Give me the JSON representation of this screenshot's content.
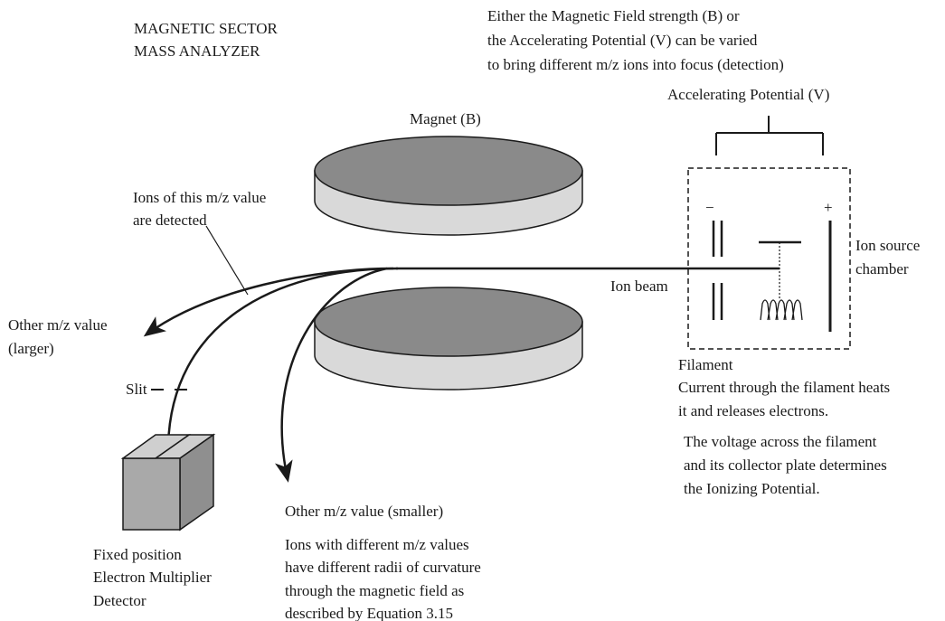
{
  "title": [
    "MAGNETIC SECTOR",
    "MASS ANALYZER"
  ],
  "note_top": [
    "Either the Magnetic Field strength (B) or",
    "the Accelerating Potential (V) can be varied",
    "to bring different m/z ions into focus (detection)"
  ],
  "accelerating_potential": "Accelerating Potential (V)",
  "magnet": "Magnet (B)",
  "detected_ions": [
    "Ions of this m/z value",
    "are detected"
  ],
  "ion_beam": "Ion beam",
  "ion_source": [
    "Ion source",
    "chamber"
  ],
  "minus_sign": "−",
  "plus_sign": "+",
  "other_larger": [
    "Other m/z value",
    "(larger)"
  ],
  "slit": "Slit",
  "other_smaller": "Other m/z value (smaller)",
  "filament": [
    "Filament",
    "Current through the filament heats",
    "it and releases electrons."
  ],
  "voltage_note": [
    "The voltage across the filament",
    "and its collector plate determines",
    "the Ionizing Potential."
  ],
  "detector": [
    "Fixed position",
    "Electron Multiplier",
    "Detector"
  ],
  "radii_note": [
    "Ions with different m/z values",
    "have different radii of curvature",
    "through the magnetic field as",
    "described by Equation 3.15"
  ],
  "colors": {
    "magnet_top": "#8a8a8a",
    "magnet_side": "#d9d9d9",
    "detector_front": "#a9a9a9",
    "detector_top": "#cfcfcf",
    "detector_side": "#8f8f8f",
    "line": "#1a1a1a"
  }
}
